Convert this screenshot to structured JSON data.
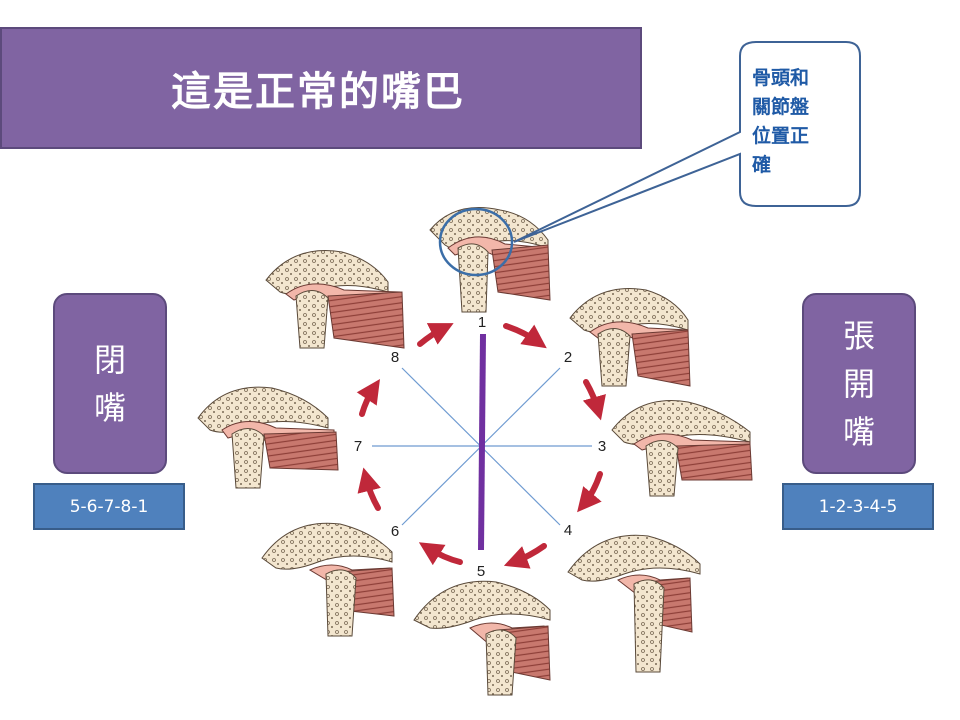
{
  "title": "這是正常的嘴巴",
  "callout": {
    "lines": [
      "骨頭和",
      "關節盤",
      "位置正",
      "確"
    ]
  },
  "left_panel": {
    "label_chars": [
      "閉",
      "嘴"
    ],
    "sequence": "5-6-7-8-1"
  },
  "right_panel": {
    "label_chars": [
      "張",
      "開",
      "嘴"
    ],
    "sequence": "1-2-3-4-5"
  },
  "positions": [
    "1",
    "2",
    "3",
    "4",
    "5",
    "6",
    "7",
    "8"
  ],
  "colors": {
    "panel": "#8064a2",
    "sequence_box": "#4f81bd",
    "arrow": "#c0283a",
    "center_bar": "#7030a0",
    "spoke": "#6f9bd1",
    "callout_text": "#1f5aa6"
  }
}
